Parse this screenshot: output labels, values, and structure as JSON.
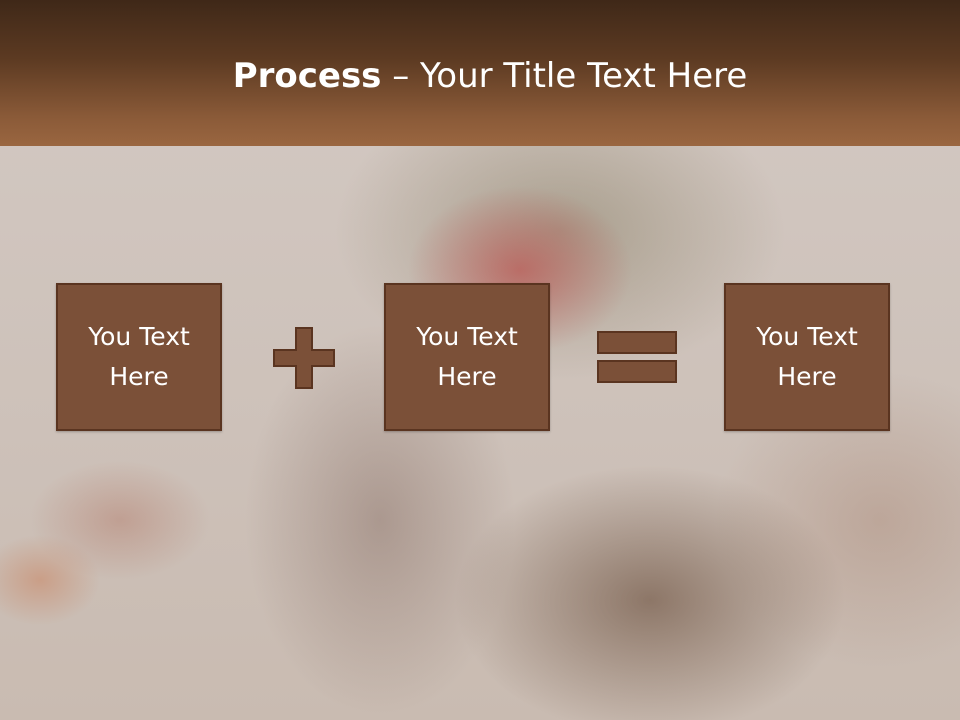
{
  "slide": {
    "title_strong": "Process",
    "title_rest": " – Your Title Text Here",
    "boxes": [
      {
        "line1": "You Text",
        "line2": "Here"
      },
      {
        "line1": "You Text",
        "line2": "Here"
      },
      {
        "line1": "You Text",
        "line2": "Here"
      }
    ],
    "operators": [
      "plus-icon",
      "equals-icon"
    ]
  },
  "colors": {
    "header_dark": "#3f2818",
    "header_light": "#9a6640",
    "box_fill": "#7b5038",
    "box_border": "#5a3420",
    "text": "#ffffff"
  }
}
